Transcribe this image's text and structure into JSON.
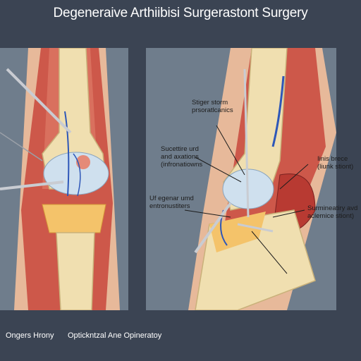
{
  "title": "Degeneraive Arthiibisi Surgerastont Surgery",
  "captions": {
    "left": "Ongers Hrony",
    "right": "Optickntzal Ane Opineratoy"
  },
  "labels": [
    {
      "lines": [
        "Stiger storm",
        "prsoratlcanics"
      ]
    },
    {
      "lines": [
        "Sucettire urd",
        "and axations",
        "(infronatiowns"
      ]
    },
    {
      "lines": [
        "Uf egenar umd",
        "entronustiters"
      ]
    },
    {
      "lines": [
        "Iinis brece",
        "(liunk stiont)"
      ]
    },
    {
      "lines": [
        "Surmineatiry avd",
        "aclemice stiont)"
      ]
    }
  ],
  "colors": {
    "background": "#3b4453",
    "panel": "#6f7d8c",
    "bone": "#f0dfb0",
    "muscle": "#c8473c",
    "cartilage": "#cfe0ee",
    "vessel": "#2e57b8",
    "instrument": "#c9ccd2"
  }
}
